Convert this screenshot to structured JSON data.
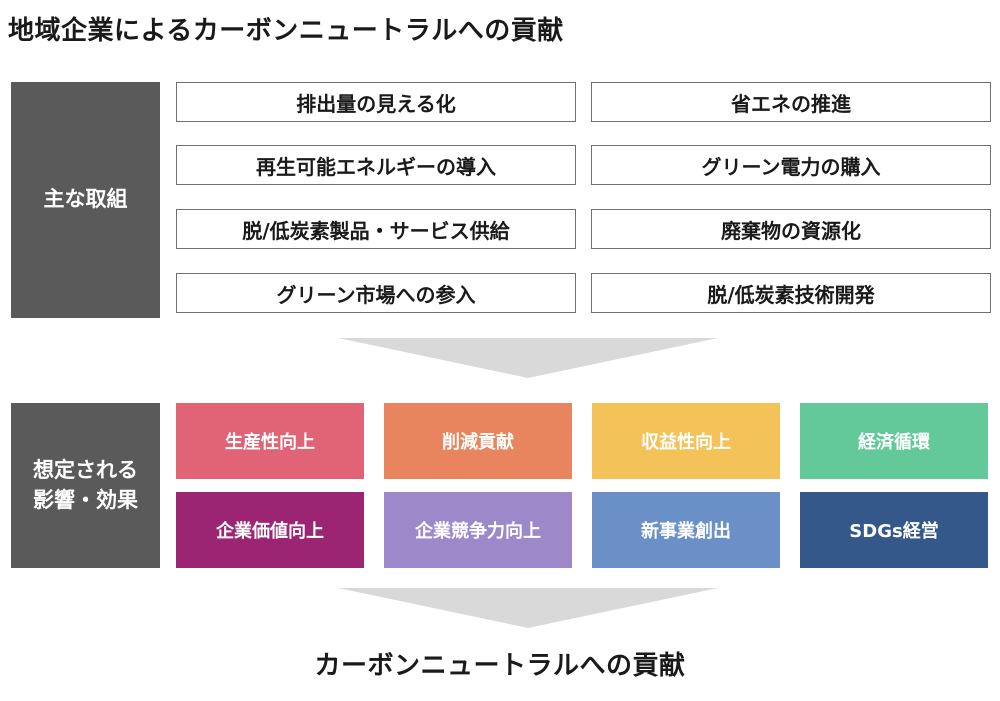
{
  "title": "地域企業によるカーボンニュートラルへの貢献",
  "initiatives": {
    "label": "主な取組",
    "items": [
      "排出量の見える化",
      "省エネの推進",
      "再生可能エネルギーの導入",
      "グリーン電力の購入",
      "脱/低炭素製品・サービス供給",
      "廃棄物の資源化",
      "グリーン市場への参入",
      "脱/低炭素技術開発"
    ]
  },
  "effects": {
    "label": "想定される\n影響・効果",
    "items": [
      {
        "text": "生産性向上",
        "color": "#e06376"
      },
      {
        "text": "削減貢献",
        "color": "#e8845e"
      },
      {
        "text": "収益性向上",
        "color": "#f3c35a"
      },
      {
        "text": "経済循環",
        "color": "#63c99a"
      },
      {
        "text": "企業価値向上",
        "color": "#9b2573"
      },
      {
        "text": "企業競争力向上",
        "color": "#9d88c9"
      },
      {
        "text": "新事業創出",
        "color": "#6b90c7"
      },
      {
        "text": "SDGs経営",
        "color": "#35588a"
      }
    ]
  },
  "result": "カーボンニュートラルへの貢献",
  "colors": {
    "label_bg": "#5a5a5a",
    "arrow": "#d9d9d9"
  }
}
